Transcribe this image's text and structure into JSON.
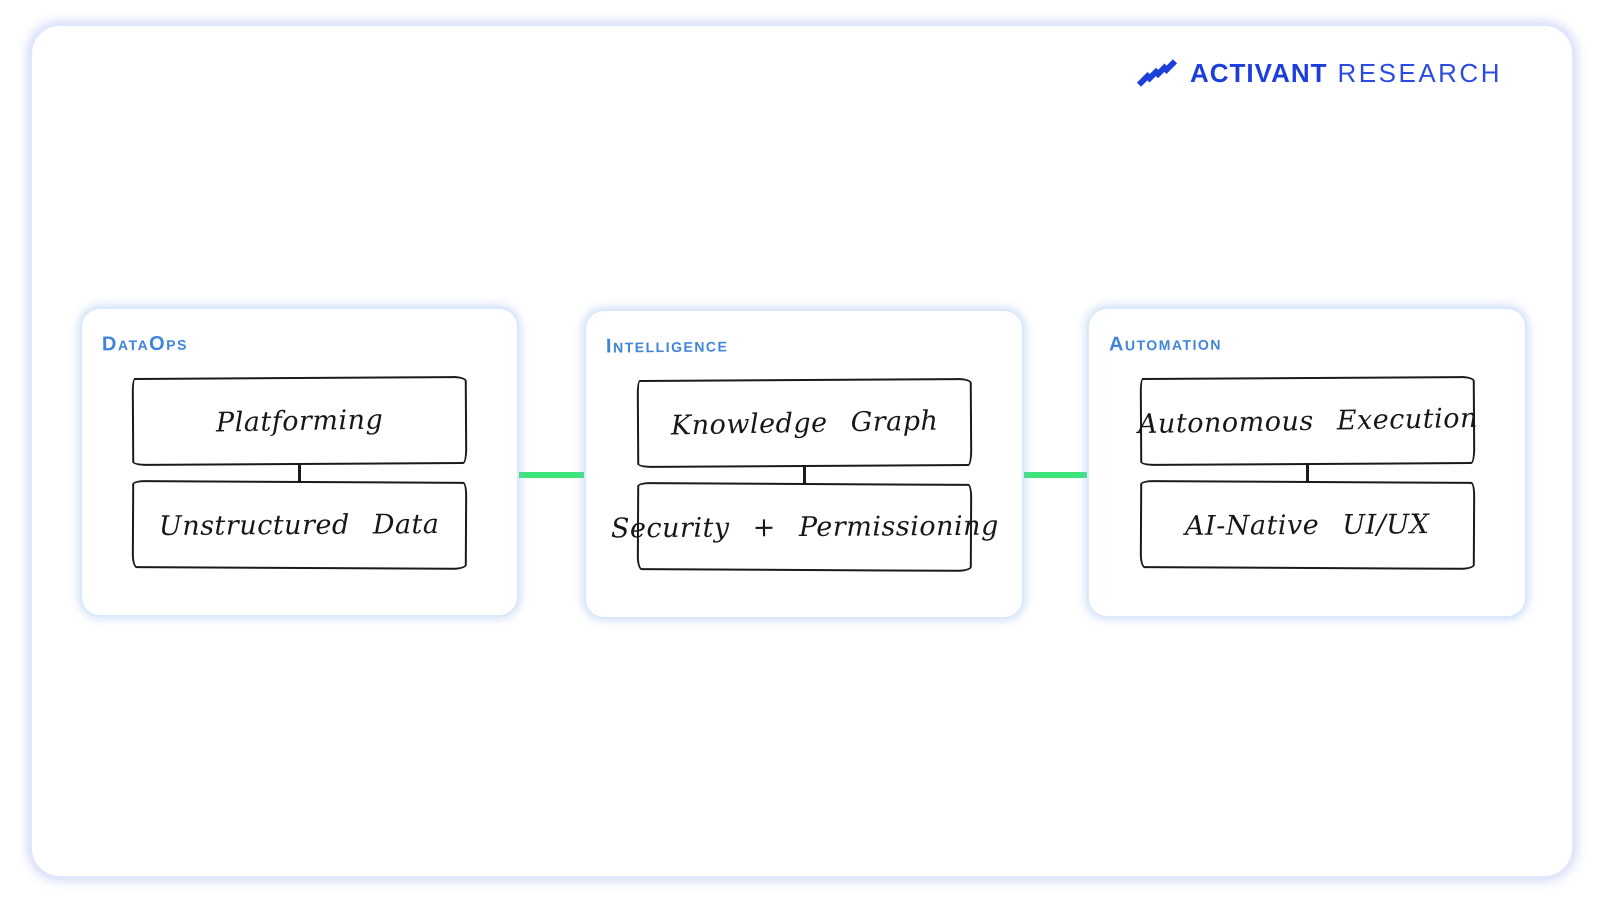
{
  "colors": {
    "logo_blue": "#1c3edb",
    "label_blue": "#3f85da",
    "connector_green": "#3de57c",
    "card_border_blue": "#d9e8fa",
    "canvas_border_lavender": "#e1e6fc",
    "sketch_ink": "#1a1a1a"
  },
  "logo": {
    "brand": "ACTIVANT",
    "suffix": "RESEARCH",
    "icon": "diagonal-stripes-icon"
  },
  "diagram": {
    "columns": [
      {
        "label": "DataOps",
        "nodes": [
          "Platforming",
          "Unstructured Data"
        ]
      },
      {
        "label": "Intelligence",
        "nodes": [
          "Knowledge Graph",
          "Security + Permissioning"
        ]
      },
      {
        "label": "Automation",
        "nodes": [
          "Autonomous Execution",
          "AI-Native UI/UX"
        ]
      }
    ],
    "connectors": [
      {
        "from": "DataOps",
        "to": "Intelligence"
      },
      {
        "from": "Intelligence",
        "to": "Automation"
      }
    ]
  }
}
